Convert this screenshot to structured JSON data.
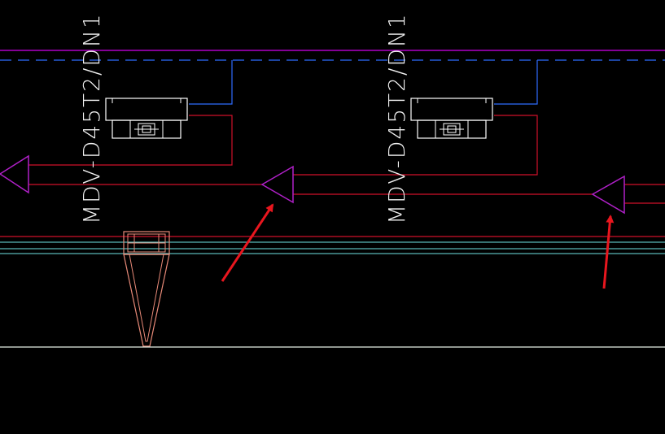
{
  "drawing": {
    "background": "#000000",
    "units": [
      {
        "label": "MDV-D45T2/DN1"
      },
      {
        "label": "MDV-D45T2/DN1"
      }
    ],
    "colors": {
      "boundary_magenta": "#b000c8",
      "dashed_blue": "#2e6cff",
      "pipe_red": "#d0102a",
      "pipe_cyan": "#6fe3e3",
      "unit_white": "#ffffff",
      "label_white": "#f2f2f2",
      "symbol_magenta": "#b020c8",
      "bracket_salmon": "#e88a78",
      "arrow_red": "#e8161e",
      "floor_line": "#e6f0e6"
    },
    "annotations": [
      {
        "name": "arrow-1",
        "kind": "red-arrow"
      },
      {
        "name": "arrow-2",
        "kind": "red-arrow"
      }
    ]
  }
}
